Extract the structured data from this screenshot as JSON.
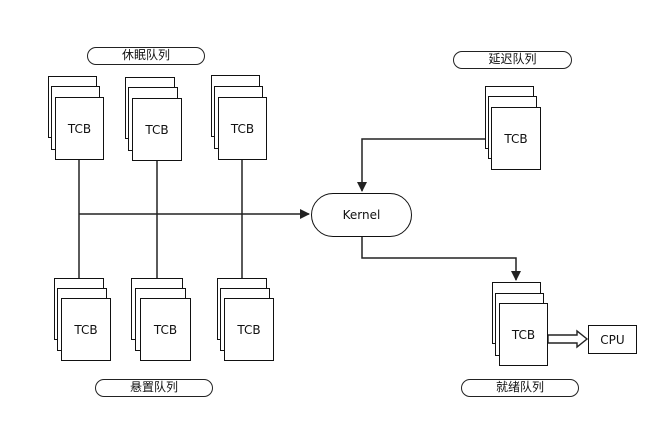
{
  "queues": {
    "sleep": "休眠队列",
    "delay": "延迟队列",
    "suspend": "悬置队列",
    "ready": "就绪队列"
  },
  "nodes": {
    "tcb": "TCB",
    "kernel": "Kernel",
    "cpu": "CPU"
  },
  "colors": {
    "line": "#222222",
    "background": "#ffffff"
  }
}
